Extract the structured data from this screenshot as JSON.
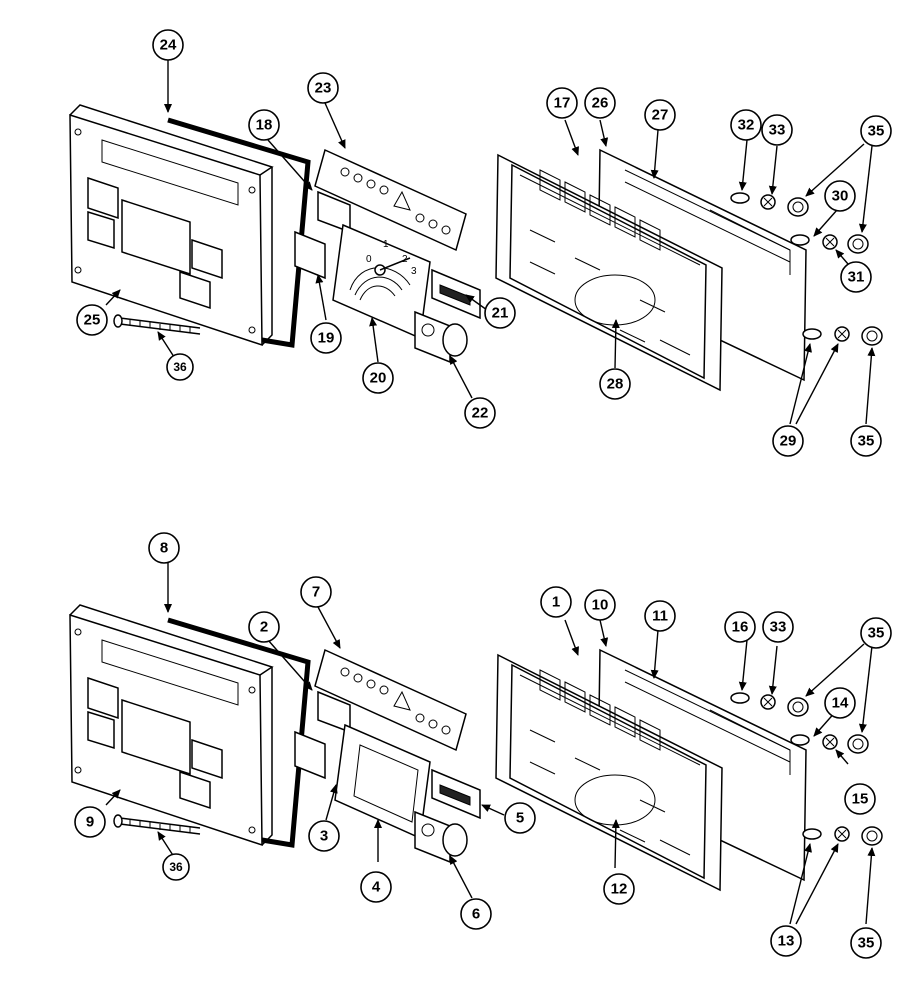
{
  "diagram": {
    "top_callouts": [
      "24",
      "23",
      "18",
      "19",
      "20",
      "21",
      "22",
      "25",
      "36",
      "17",
      "26",
      "27",
      "32",
      "33",
      "35",
      "30",
      "31",
      "28",
      "29",
      "35"
    ],
    "bottom_callouts": [
      "8",
      "7",
      "2",
      "3",
      "4",
      "5",
      "6",
      "9",
      "36",
      "1",
      "10",
      "11",
      "16",
      "33",
      "35",
      "14",
      "15",
      "12",
      "13",
      "35"
    ],
    "gauge_marks": [
      "0",
      "1",
      "2",
      "3"
    ]
  }
}
